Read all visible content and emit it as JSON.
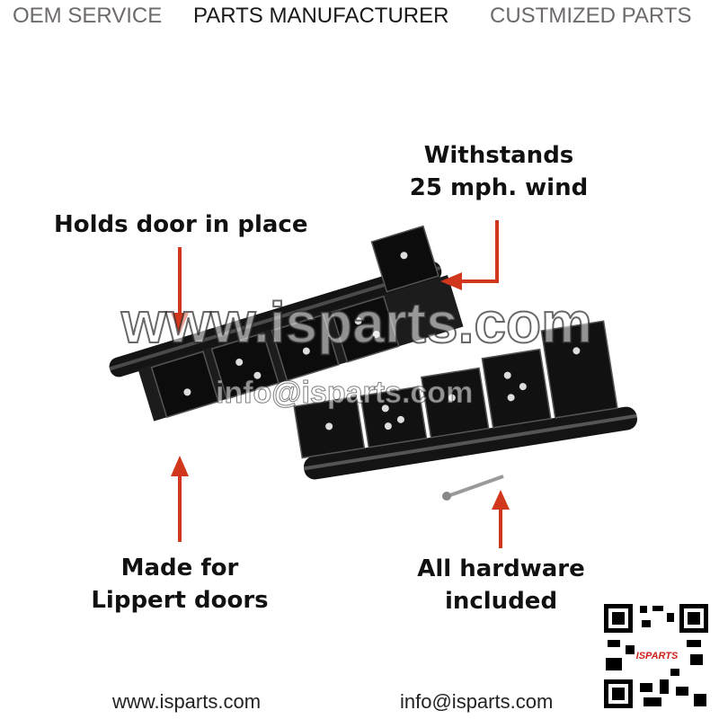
{
  "header": {
    "items": [
      "OEM SERVICE",
      "PARTS MANUFACTURER",
      "CUSTMIZED PARTS"
    ]
  },
  "callouts": {
    "holds": "Holds door in place",
    "withstands_1": "Withstands",
    "withstands_2": "25 mph. wind",
    "made_1": "Made for",
    "made_2": "Lippert doors",
    "hardware_1": "All hardware",
    "hardware_2": "included"
  },
  "watermark": {
    "url": "www.isparts.com",
    "email": "info@isparts.com"
  },
  "footer": {
    "website": "www.isparts.com",
    "email": "info@isparts.com"
  },
  "qr": {
    "logo_text": "ISPARTS"
  },
  "colors": {
    "arrow": "#d0371c",
    "hinge": "#141414",
    "header_gray": "#6e6a6a",
    "header_dark": "#1a1a1a"
  }
}
